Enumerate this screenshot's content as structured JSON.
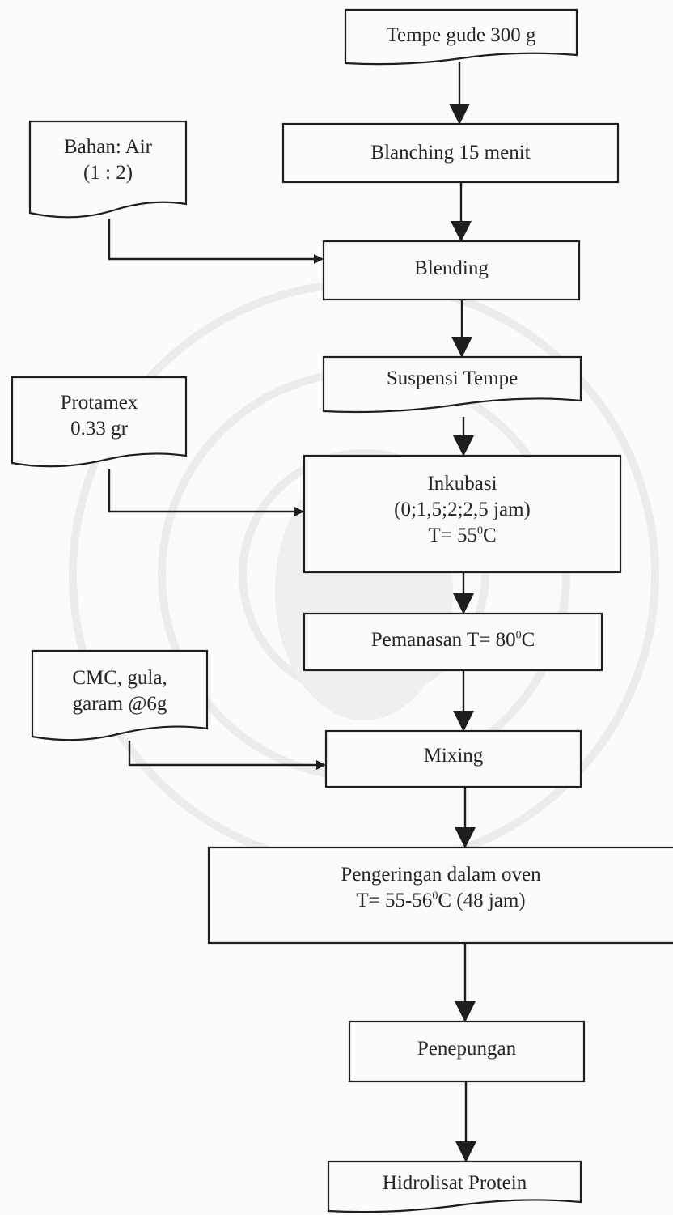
{
  "process": {
    "tempe": "Tempe gude 300 g",
    "blanching": "Blanching 15 menit",
    "blending": "Blending",
    "suspensi": "Suspensi Tempe",
    "inkubasi": {
      "title": "Inkubasi",
      "times": "(0;1,5;2;2,5 jam)",
      "temp_prefix": "T= 55",
      "temp_sup": "0",
      "temp_suffix": "C"
    },
    "pemanasan": {
      "prefix": "Pemanasan T= 80",
      "sup": "0",
      "suffix": "C"
    },
    "mixing": "Mixing",
    "pengeringan": {
      "title": "Pengeringan dalam oven",
      "temp_prefix": "T= 55-56",
      "temp_sup": "0",
      "temp_suffix": "C (48 jam)"
    },
    "penepungan": "Penepungan",
    "hidrolisat": "Hidrolisat Protein"
  },
  "inputs": {
    "air": {
      "line1": "Bahan: Air",
      "line2": "(1 : 2)"
    },
    "protamex": {
      "line1": "Protamex",
      "line2": "0.33 gr"
    },
    "cmc": {
      "line1": "CMC, gula,",
      "line2": "garam @6g"
    }
  },
  "colors": {
    "line": "#1e1e1e",
    "watermark": "#e6e6e6",
    "background": "#fbfbf9"
  }
}
